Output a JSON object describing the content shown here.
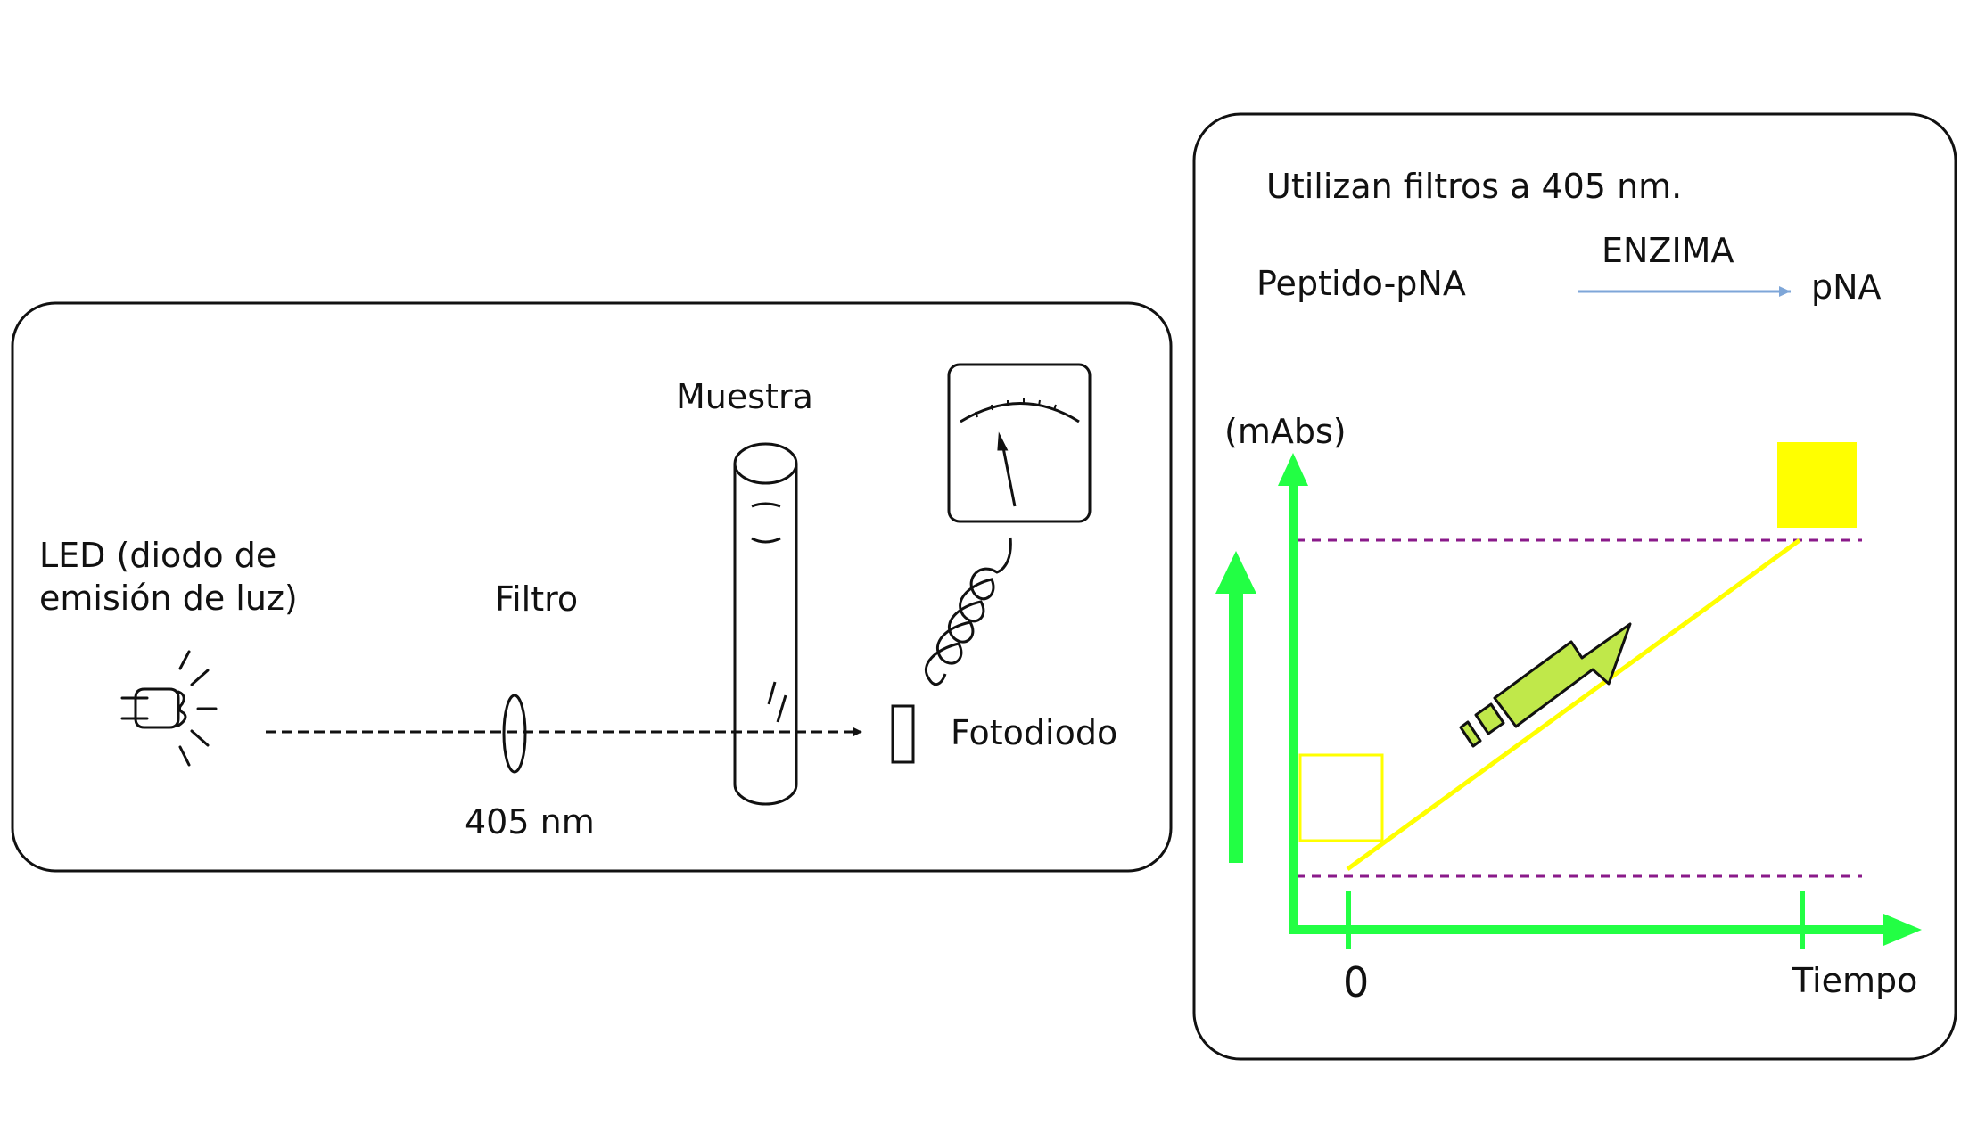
{
  "left_panel": {
    "led_label_line1": "LED (diodo de",
    "led_label_line2": "emisión de luz)",
    "filter_label": "Filtro",
    "filter_wavelength": "405 nm",
    "sample_label": "Muestra",
    "photodiode_label": "Fotodiodo"
  },
  "right_panel": {
    "note": "Utilizan filtros a 405 nm.",
    "reaction": {
      "substrate": "Peptido-pNA",
      "enzyme": "ENZIMA",
      "product": "pNA"
    },
    "chart": {
      "y_label": "(mAbs)",
      "x_origin": "0",
      "x_label": "Tiempo"
    }
  },
  "colors": {
    "axis_green": "#22ff44",
    "trend_yellow": "#ffff00",
    "arrow_lime": "#c0e84a",
    "guide_purple": "#8a1a8a",
    "reaction_arrow_blue": "#7ea6d8"
  }
}
